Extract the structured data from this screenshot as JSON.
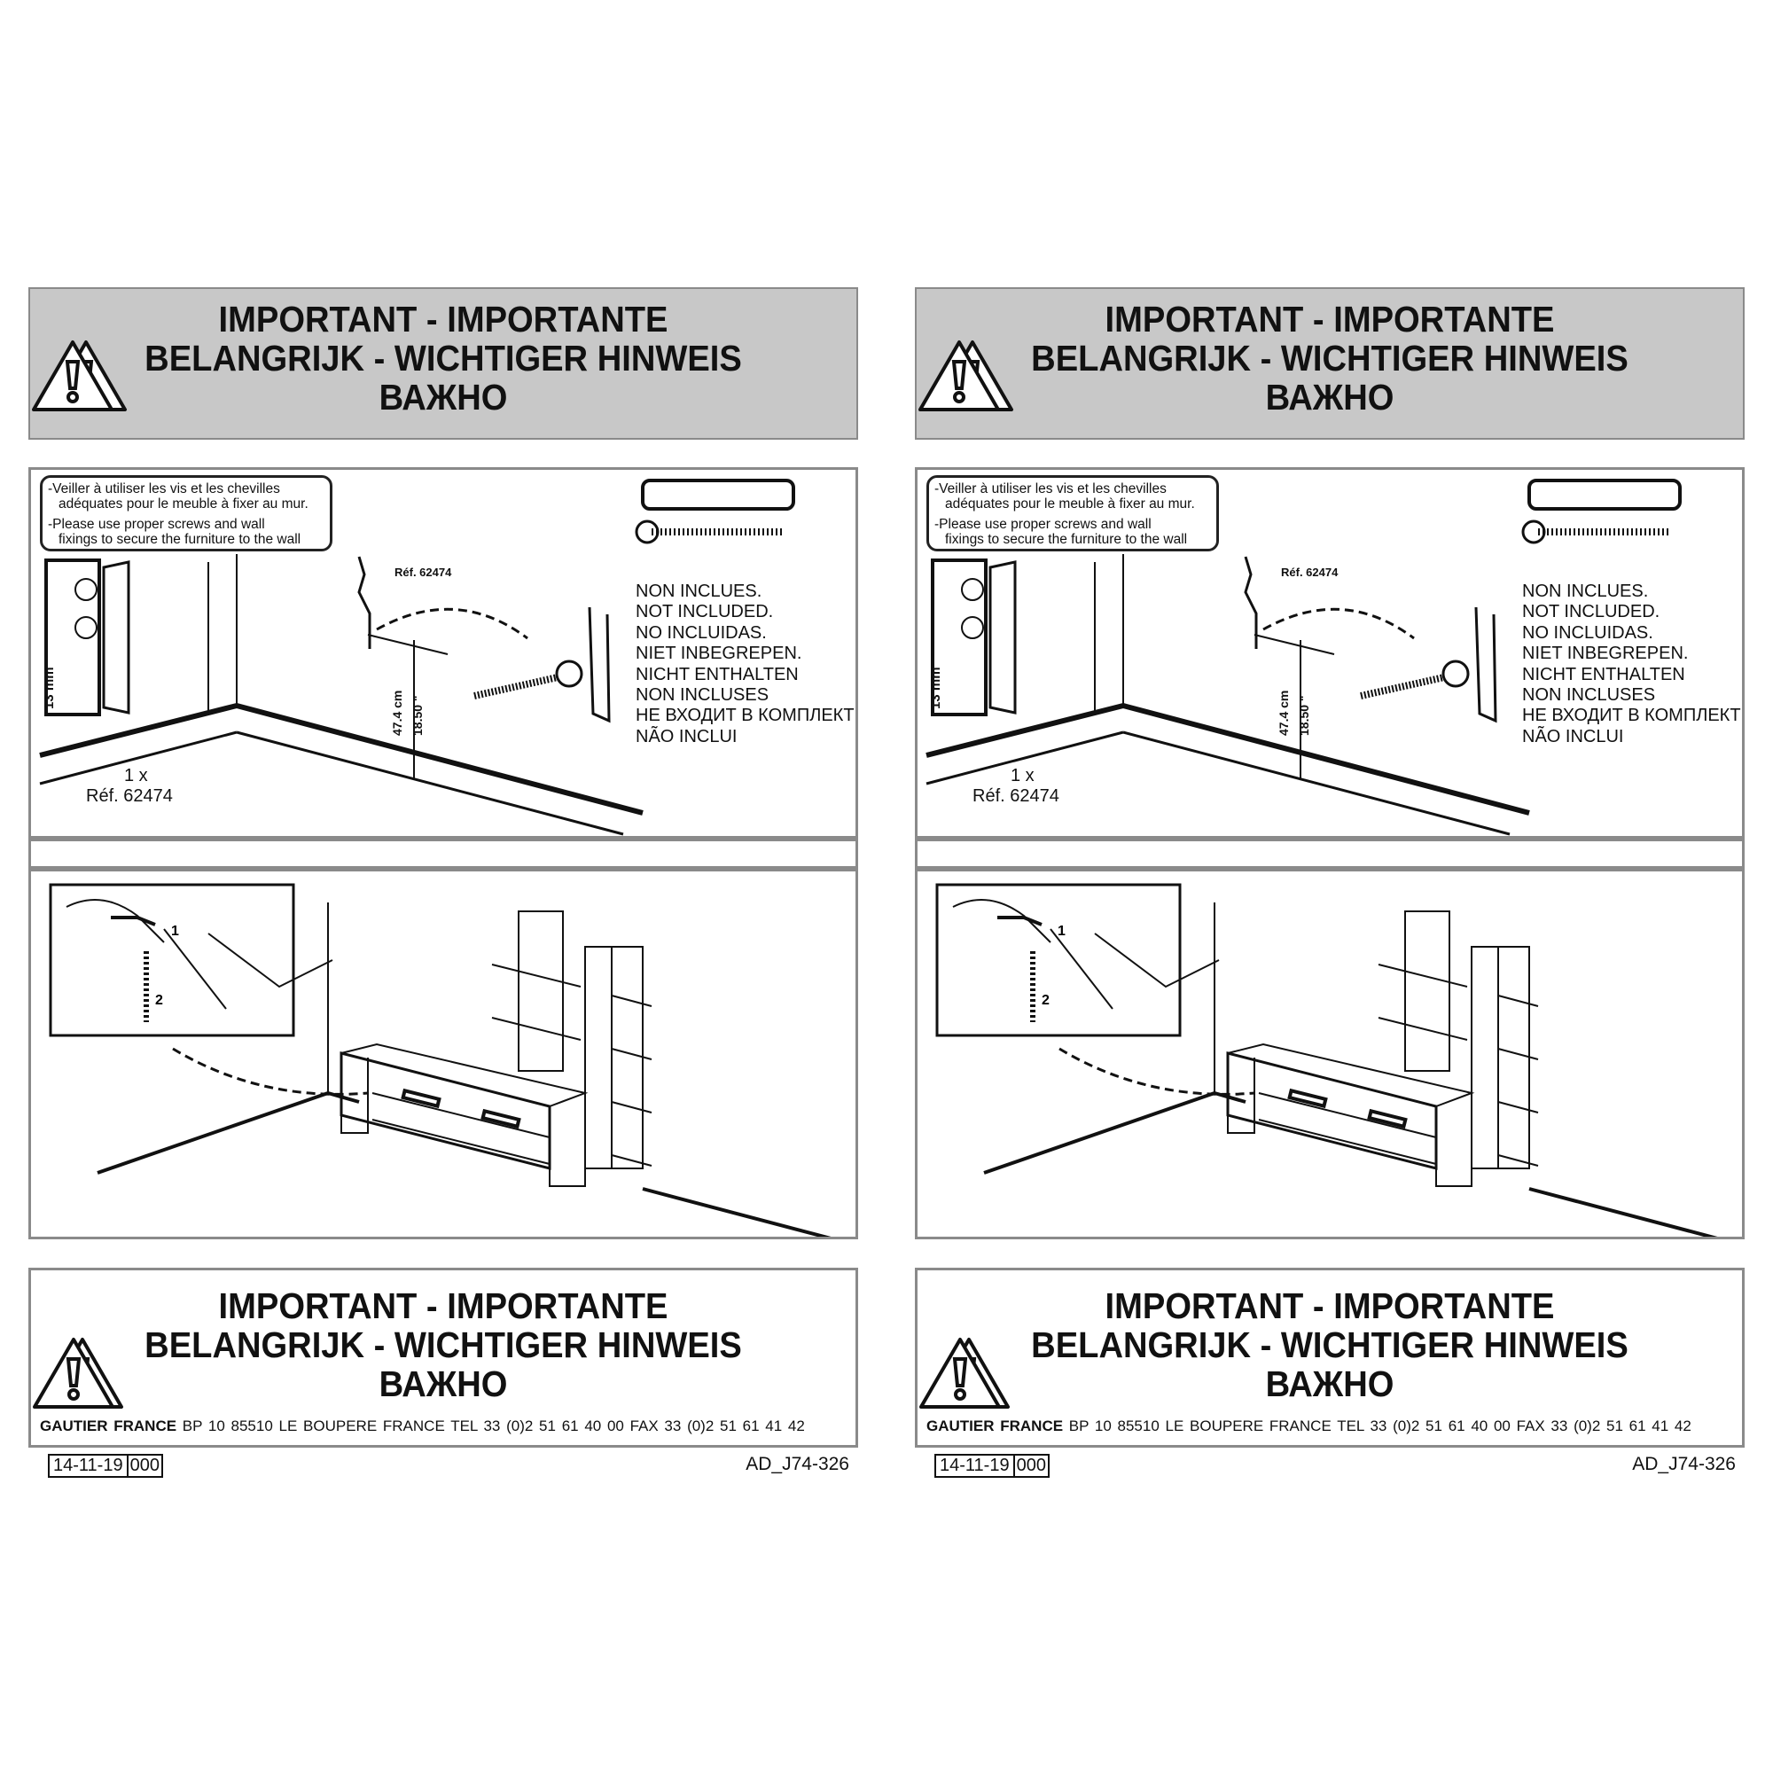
{
  "sheet": {
    "title_lines": [
      "IMPORTANT - IMPORTANTE",
      "BELANGRIJK - WICHTIGER HINWEIS",
      "ВАЖНО"
    ],
    "note": {
      "fr_line1": "-Veiller à utiliser les vis et les chevilles",
      "fr_line2": "adéquates pour le meuble à fixer au mur.",
      "en_line1": "-Please use proper screws and wall",
      "en_line2": "fixings to secure the furniture to the wall"
    },
    "kit_qty": "1 x",
    "kit_ref": "Réf. 62474",
    "bracket_ref": "Réf. 62474",
    "screw_length": "13 mm",
    "height_cm": "47.4 cm",
    "height_in": "18.50 \"",
    "not_included": [
      "NON INCLUES.",
      "NOT INCLUDED.",
      "NO INCLUIDAS.",
      "NIET INBEGREPEN.",
      "NICHT ENTHALTEN",
      "NON INCLUSES",
      "НЕ ВХОДИТ В КОМПЛЕКТ",
      "NÃO INCLUI"
    ],
    "step1": "1",
    "step2": "2",
    "footer": {
      "company": "GAUTIER FRANCE",
      "address": "BP 10    85510 LE BOUPERE FRANCE TEL 33 (0)2 51 61 40 00 FAX 33 (0)2 51 61 41 42"
    },
    "date": "14-11-19",
    "revision": "000",
    "doc_code": "AD_J74-326"
  }
}
